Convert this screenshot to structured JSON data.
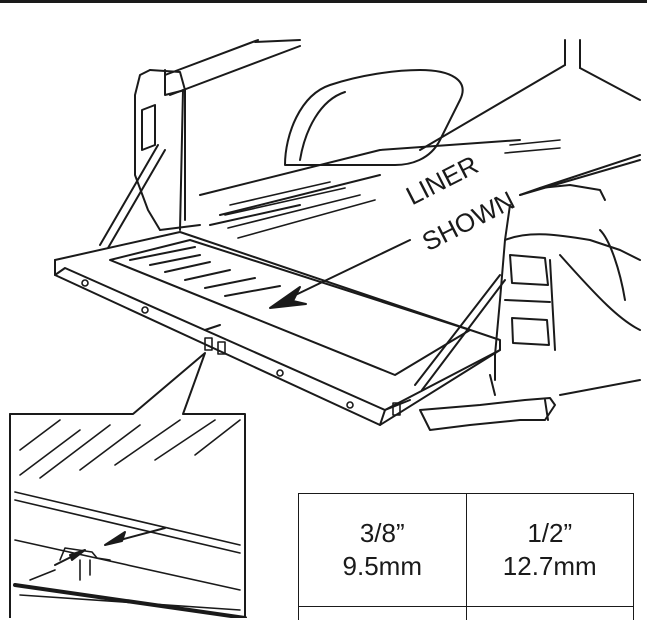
{
  "callout": {
    "line1": "LINER",
    "line2": "SHOWN"
  },
  "spec_table": {
    "columns": [
      {
        "fraction": "3/8”",
        "metric": "9.5mm"
      },
      {
        "fraction": "1/2”",
        "metric": "12.7mm"
      }
    ]
  },
  "colors": {
    "line": "#1a1a1a",
    "background": "#ffffff"
  }
}
